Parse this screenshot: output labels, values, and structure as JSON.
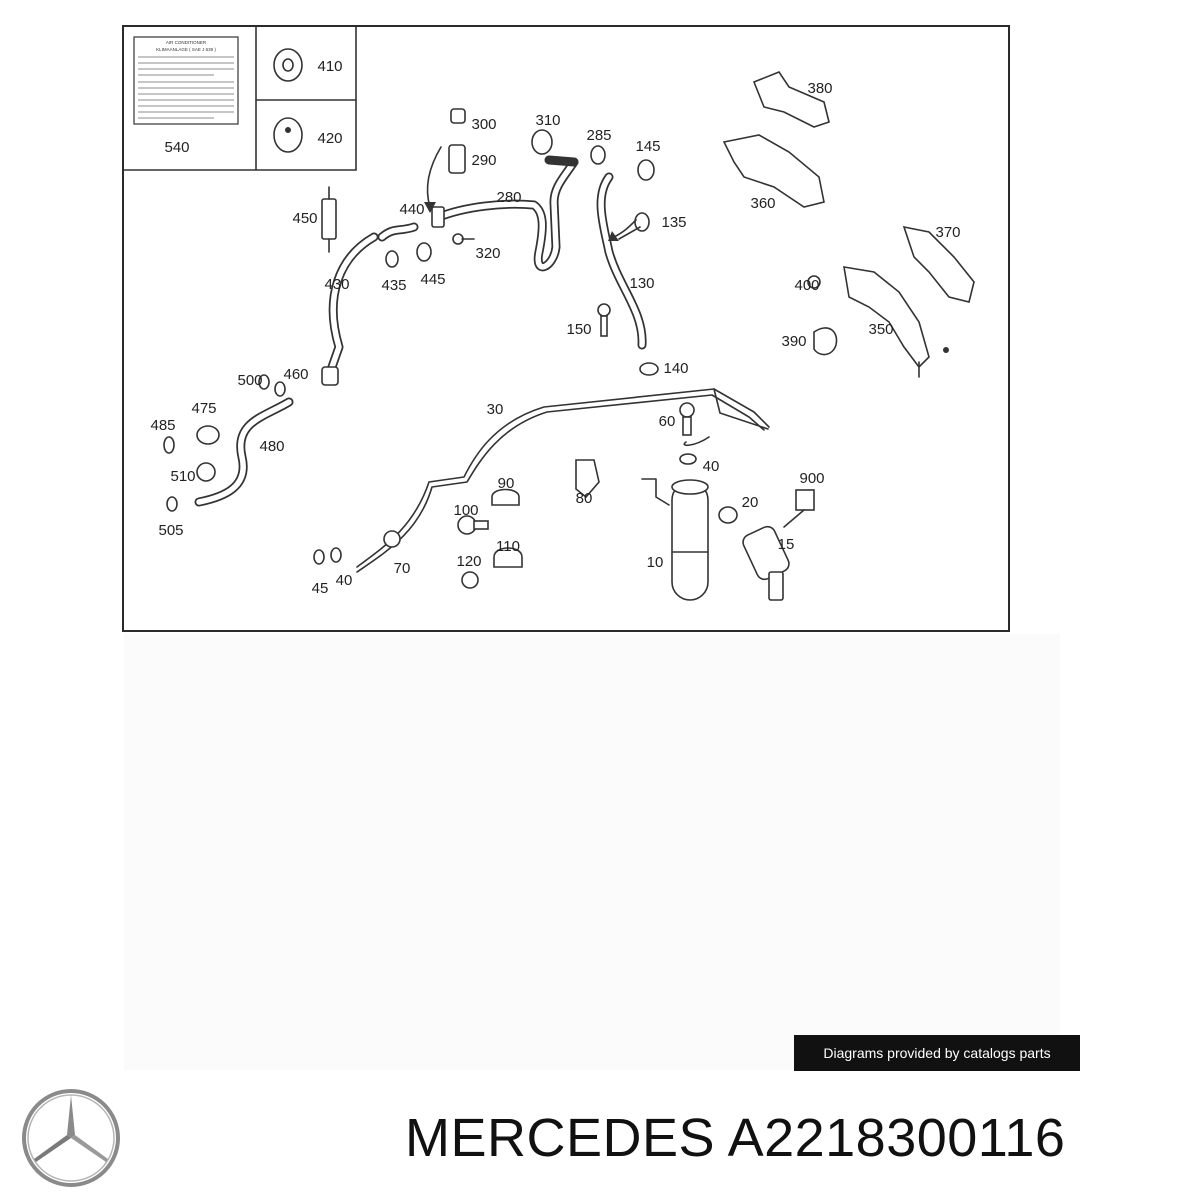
{
  "diagram": {
    "callouts": [
      "540",
      "410",
      "420",
      "300",
      "290",
      "310",
      "285",
      "145",
      "380",
      "360",
      "135",
      "130",
      "150",
      "140",
      "280",
      "440",
      "450",
      "320",
      "430",
      "435",
      "445",
      "370",
      "400",
      "390",
      "350",
      "500",
      "460",
      "475",
      "485",
      "480",
      "510",
      "505",
      "30",
      "60",
      "40",
      "90",
      "80",
      "900",
      "20",
      "100",
      "110",
      "15",
      "120",
      "70",
      "45",
      "40",
      "10"
    ],
    "label_sticker": {
      "line1": "AIR CONDITIONER",
      "line2": "KLIMAANLAGE ( SAE J 639 )"
    }
  },
  "credit": {
    "text": "Diagrams provided by catalogs parts"
  },
  "footer": {
    "title": "MERCEDES A2218300116"
  },
  "colors": {
    "ink": "#222222",
    "badge_bg": "#111111",
    "logo": "#8a8a8a"
  }
}
